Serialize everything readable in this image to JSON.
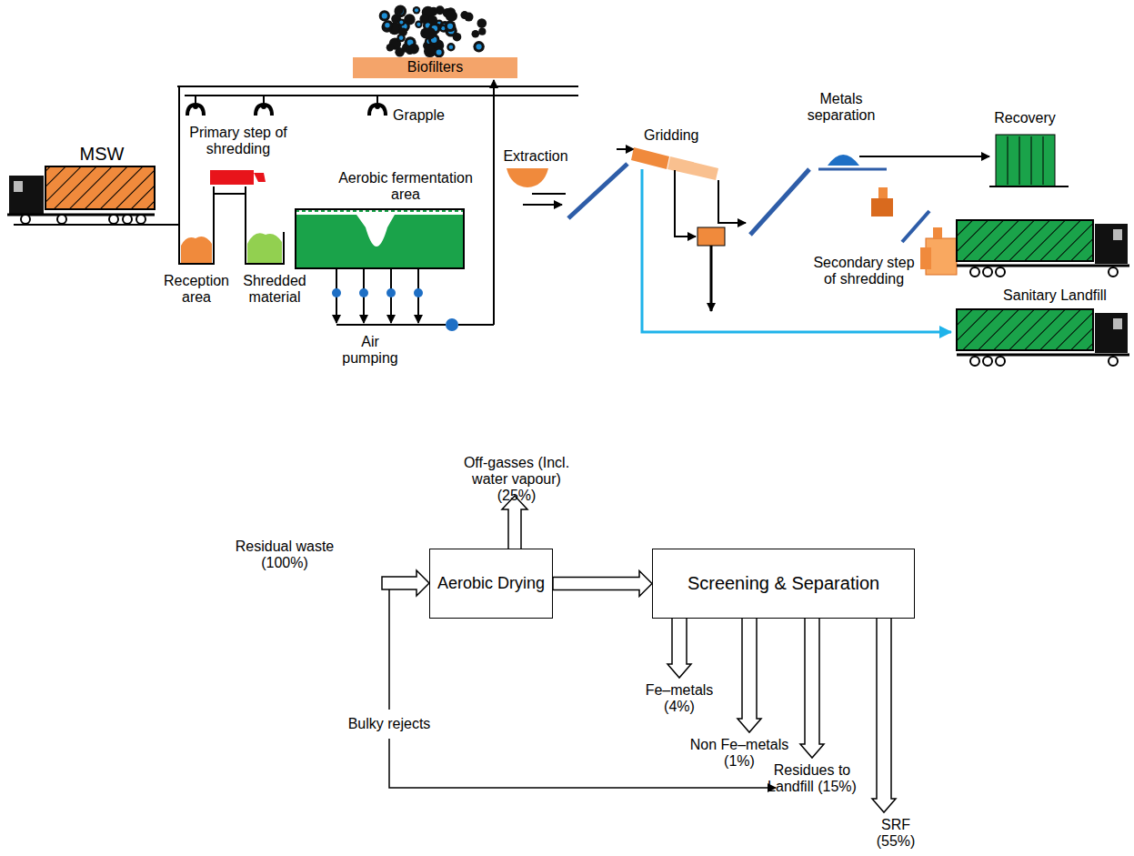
{
  "diagram": {
    "nodes": [
      {
        "text": [
          "Biofilters"
        ]
      },
      {
        "text": [
          "Aerobic Drying"
        ]
      },
      {
        "text": [
          "Screening & Separation"
        ]
      }
    ],
    "edges": [
      {
        "from": 1,
        "to": 2,
        "arrow": "to"
      }
    ],
    "labels": [
      "MSW",
      "Primary step of shredding",
      "Grapple",
      "Aerobic fermentation area",
      "Reception area",
      "Shredded material",
      "Air pumping",
      "Extraction",
      "Gridding",
      "Metals separation",
      "Recovery",
      "Secondary step of shredding",
      "Sanitary Landfill",
      "Off-gasses (Incl. water vapour) (25%)",
      "Residual waste (100%)",
      "Bulky rejects",
      "Fe–metals (4%)",
      "Non Fe–metals (1%)",
      "Residues to Landfill (15%)",
      "SRF (55%)"
    ]
  }
}
